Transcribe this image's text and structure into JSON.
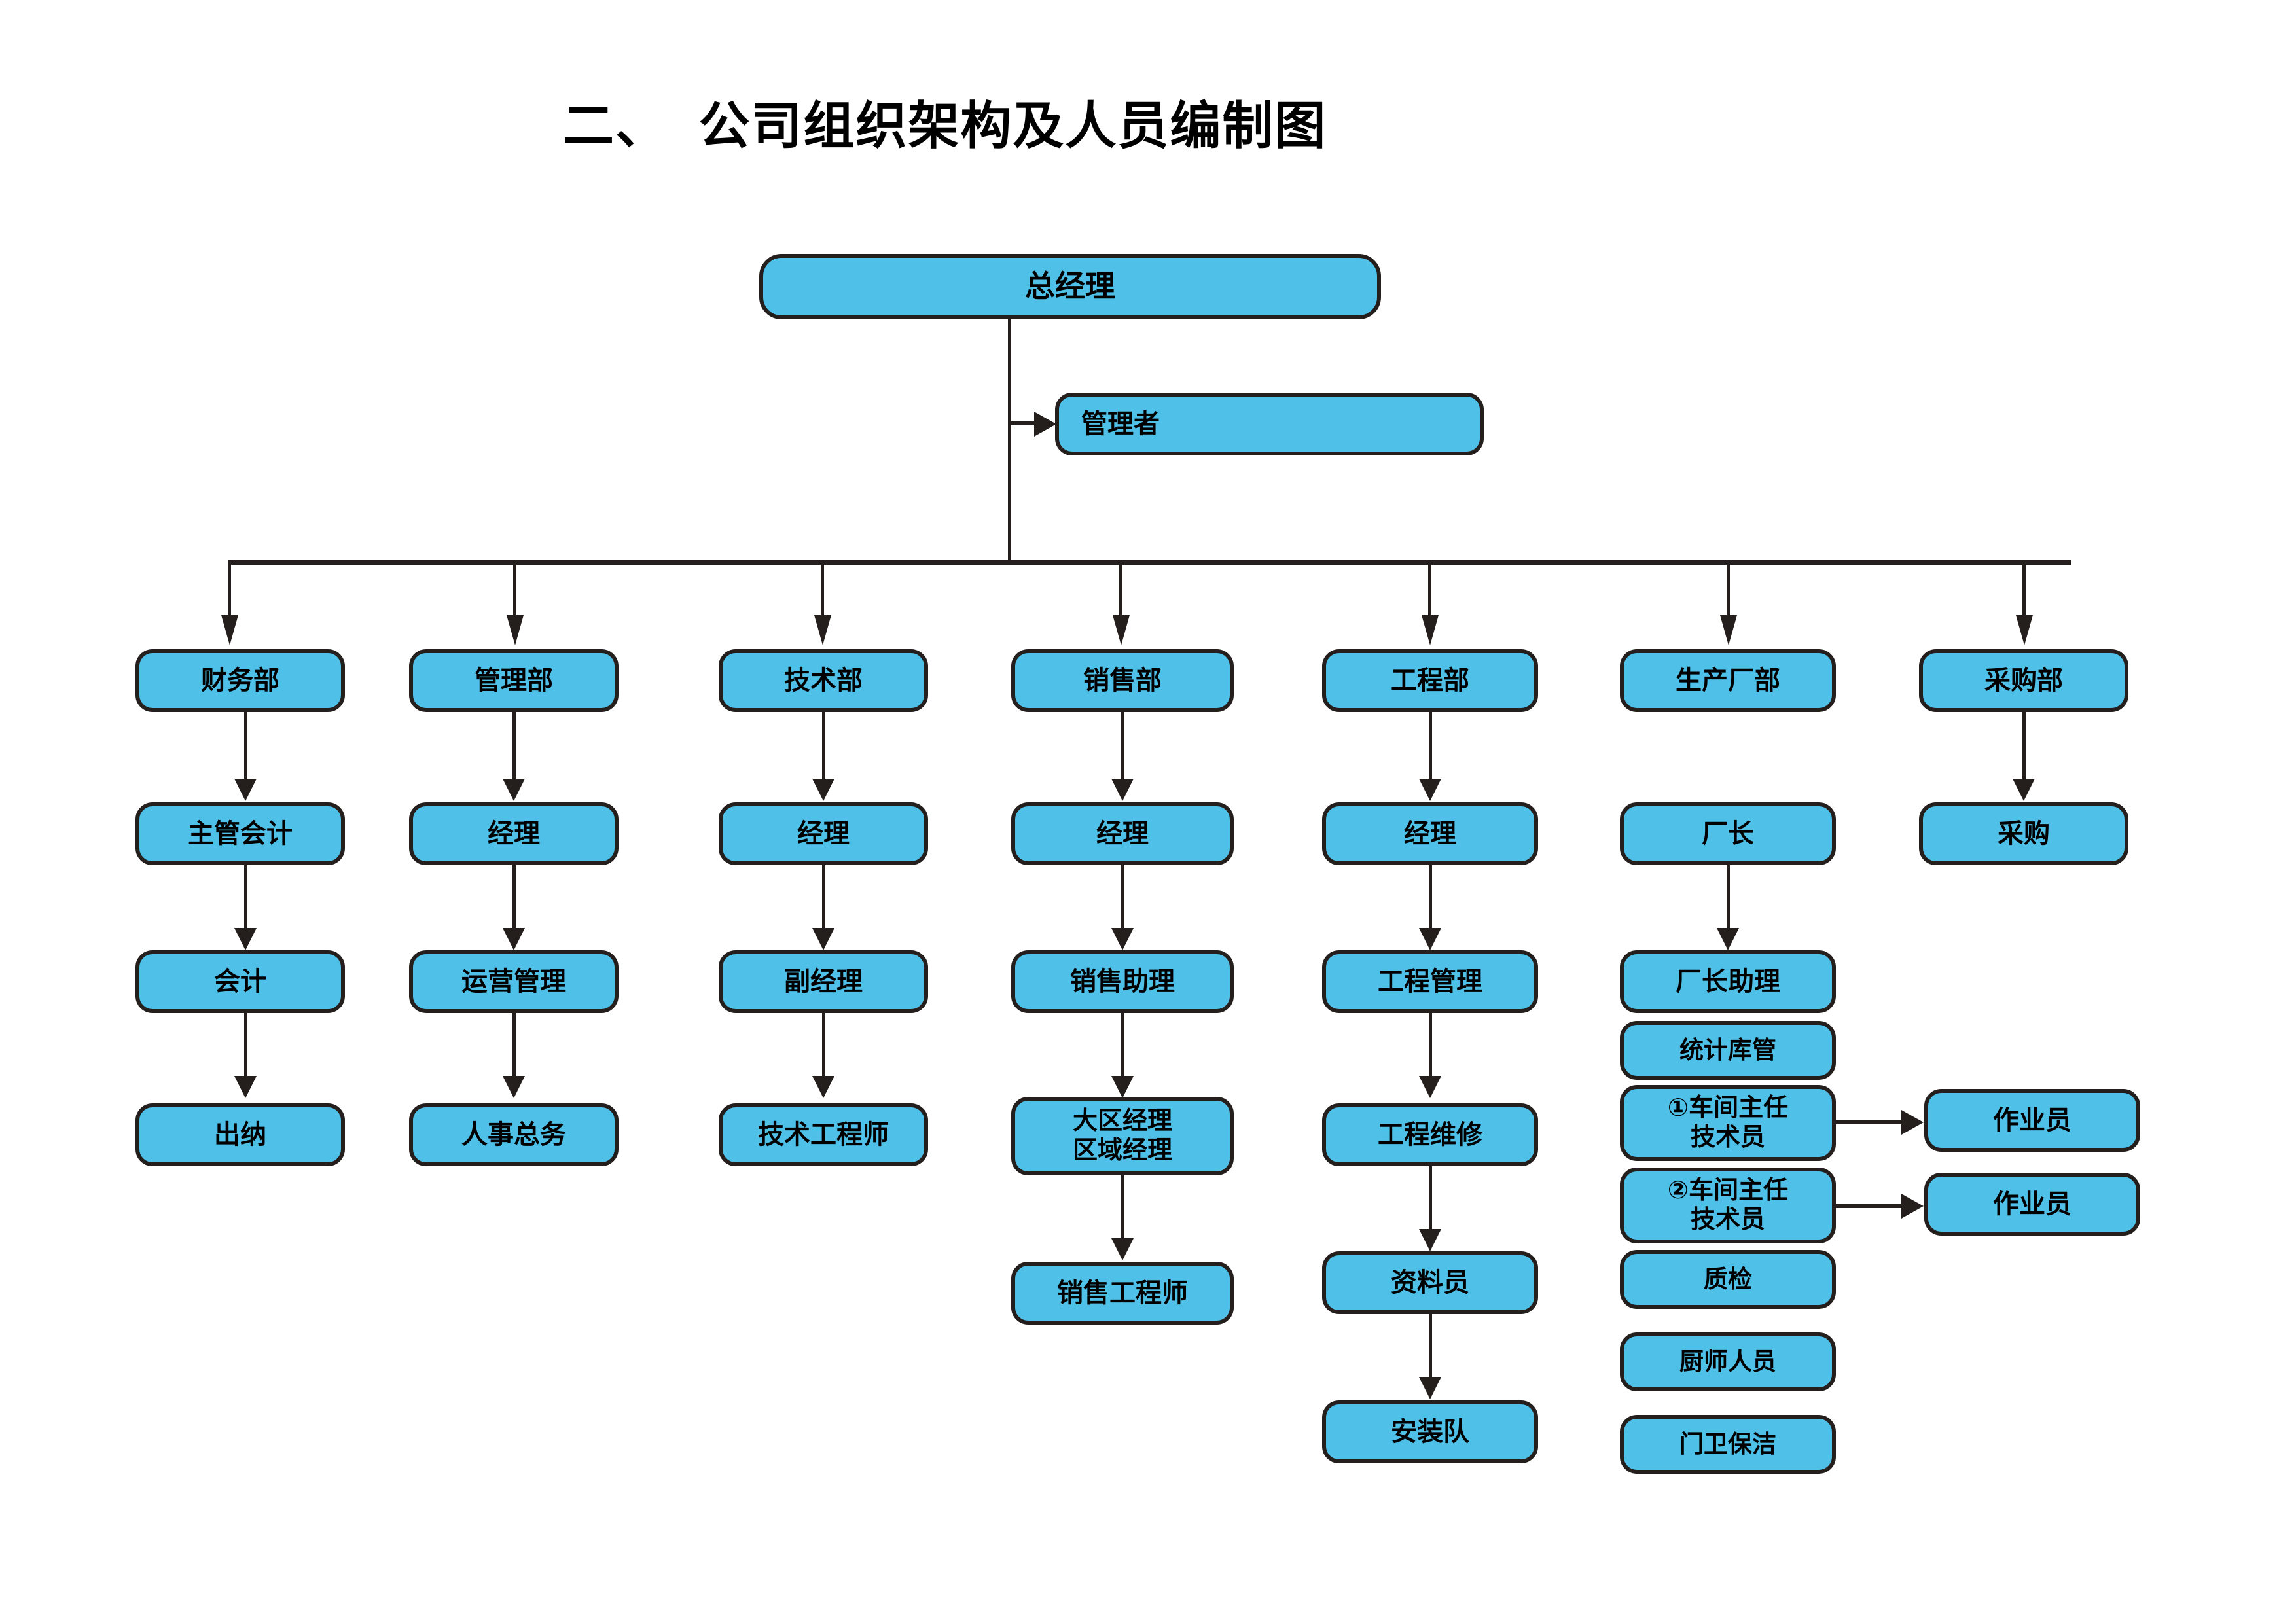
{
  "title": "二、  公司组织架构及人员编制图",
  "theme": {
    "node_fill": "#4FC0E8",
    "node_border": "#241e1c",
    "connector": "#241e1c",
    "background": "#ffffff"
  },
  "chart_data": {
    "type": "diagram",
    "diagram_kind": "organization-chart",
    "title": "二、  公司组织架构及人员编制图",
    "root": "总经理",
    "staff_node": "管理者",
    "columns": [
      {
        "department": "财务部",
        "chain": [
          "主管会计",
          "会计",
          "出纳"
        ]
      },
      {
        "department": "管理部",
        "chain": [
          "经理",
          "运营管理",
          "人事总务"
        ]
      },
      {
        "department": "技术部",
        "chain": [
          "经理",
          "副经理",
          "技术工程师"
        ]
      },
      {
        "department": "销售部",
        "chain": [
          "经理",
          "销售助理",
          "大区经理\n区域经理",
          "销售工程师"
        ]
      },
      {
        "department": "工程部",
        "chain": [
          "经理",
          "工程管理",
          "工程维修",
          "资料员",
          "安装队"
        ]
      },
      {
        "department": "生产厂部",
        "chain": [
          "厂长",
          "厂长助理",
          "统计库管",
          "①车间主任\n技术员",
          "②车间主任\n技术员",
          "质检",
          "厨师人员",
          "门卫保洁"
        ],
        "side_nodes": [
          "作业员",
          "作业员"
        ]
      },
      {
        "department": "采购部",
        "chain": [
          "采购"
        ]
      }
    ]
  },
  "nodes": {
    "general_manager": "总经理",
    "manager": "管理者",
    "dept_finance": "财务部",
    "dept_admin": "管理部",
    "dept_tech": "技术部",
    "dept_sales": "销售部",
    "dept_engineering": "工程部",
    "dept_production": "生产厂部",
    "dept_purchasing": "采购部",
    "fin_1": "主管会计",
    "fin_2": "会计",
    "fin_3": "出纳",
    "adm_1": "经理",
    "adm_2": "运营管理",
    "adm_3": "人事总务",
    "tec_1": "经理",
    "tec_2": "副经理",
    "tec_3": "技术工程师",
    "sal_1": "经理",
    "sal_2": "销售助理",
    "sal_3": "大区经理\n区域经理",
    "sal_4": "销售工程师",
    "eng_1": "经理",
    "eng_2": "工程管理",
    "eng_3": "工程维修",
    "eng_4": "资料员",
    "eng_5": "安装队",
    "pro_1": "厂长",
    "pro_2": "厂长助理",
    "pro_3": "统计库管",
    "pro_4": "①车间主任\n技术员",
    "pro_5": "②车间主任\n技术员",
    "pro_6": "质检",
    "pro_7": "厨师人员",
    "pro_8": "门卫保洁",
    "worker_1": "作业员",
    "worker_2": "作业员",
    "pur_1": "采购"
  }
}
